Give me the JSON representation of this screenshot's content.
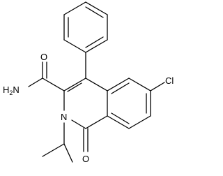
{
  "atom_labels": {
    "amide_n": {
      "main": "H",
      "sub": "2",
      "tail": "N"
    },
    "amide_o": "O",
    "ring_n": "N",
    "carbonyl_o": "O",
    "chlorine": "Cl"
  },
  "colors": {
    "ink": "#000000",
    "background": "#ffffff"
  }
}
